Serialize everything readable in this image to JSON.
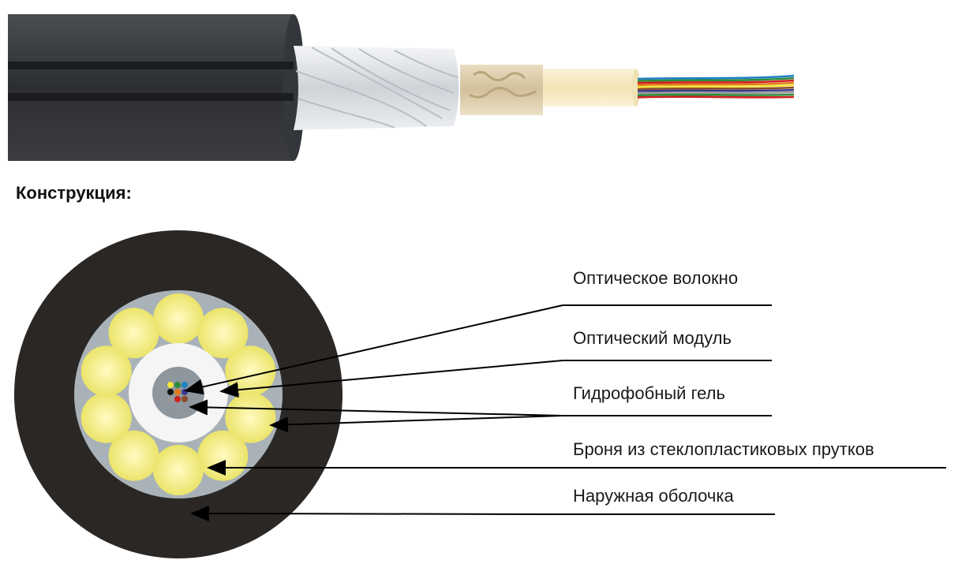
{
  "heading": "Конструкция:",
  "labels": [
    {
      "id": "optical-fiber",
      "text": "Оптическое волокно"
    },
    {
      "id": "optical-module",
      "text": "Оптический модуль"
    },
    {
      "id": "hydrophobic-gel",
      "text": "Гидрофобный гель"
    },
    {
      "id": "fiberglass-armor",
      "text": "Броня из стеклопластиковых прутков"
    },
    {
      "id": "outer-sheath",
      "text": "Наружная оболочка"
    }
  ],
  "colors": {
    "sheath": "#2a2725",
    "filler": "#a9b2b8",
    "rods": "#f2ec78",
    "module": "#f5f5f5",
    "gel": "#8e969e",
    "fiber_colors": [
      "#f3e53a",
      "#2e8b3a",
      "#1e7fc4",
      "#111111",
      "#e07a1d",
      "#3a3a8a",
      "#9a9a9a",
      "#d02020",
      "#8b4a2a"
    ]
  }
}
